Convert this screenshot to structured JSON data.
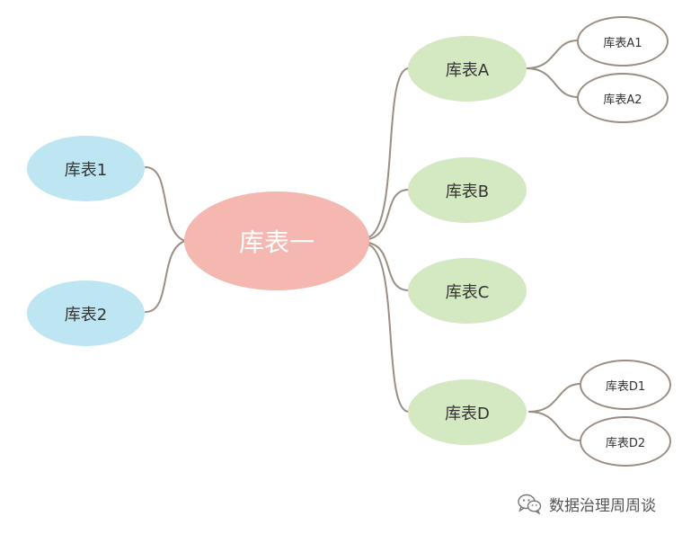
{
  "colors": {
    "center_fill": "#f4b8b1",
    "center_text": "#ffffff",
    "left_fill": "#bde6f2",
    "right_fill": "#d4e8c1",
    "leaf_fill": "#ffffff",
    "leaf_border": "#9b8e83",
    "connector": "#9b8e83",
    "text": "#333333"
  },
  "mindmap": {
    "center": {
      "label": "库表一"
    },
    "left_branches": [
      {
        "label": "库表1"
      },
      {
        "label": "库表2"
      }
    ],
    "right_branches": [
      {
        "label": "库表A",
        "children": [
          {
            "label": "库表A1"
          },
          {
            "label": "库表A2"
          }
        ]
      },
      {
        "label": "库表B",
        "children": []
      },
      {
        "label": "库表C",
        "children": []
      },
      {
        "label": "库表D",
        "children": [
          {
            "label": "库表D1"
          },
          {
            "label": "库表D2"
          }
        ]
      }
    ]
  },
  "watermark": {
    "icon": "wechat-icon",
    "text": "数据治理周周谈"
  }
}
